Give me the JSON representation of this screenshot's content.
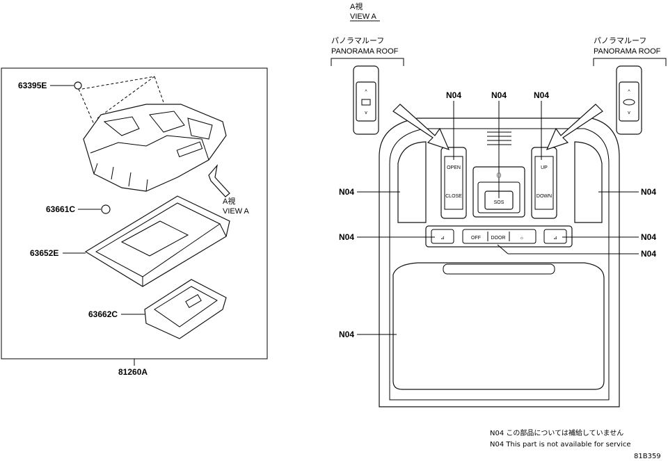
{
  "left_panel": {
    "assembly_number": "81260A",
    "parts": [
      "63395E",
      "63661C",
      "63652E",
      "63662C"
    ],
    "view_marker_jp": "A視",
    "view_marker_en": "VIEW A"
  },
  "right_panel": {
    "view_title_jp": "A視",
    "view_title_en": "VIEW A",
    "panorama_left_jp": "パノラマルーフ",
    "panorama_left_en": "PANORAMA ROOF",
    "panorama_right_jp": "パノラマルーフ",
    "panorama_right_en": "PANORAMA ROOF",
    "callout_code": "N04",
    "switch_labels": {
      "open": "OPEN",
      "close": "CLOSE",
      "up": "UP",
      "down": "DOWN",
      "off": "OFF",
      "door": "DOOR",
      "sos": "SOS"
    }
  },
  "footnote": {
    "jp": "N04 この部品については補給していません",
    "en": "N04 This part is not available for service"
  },
  "figure_id": "81B359"
}
